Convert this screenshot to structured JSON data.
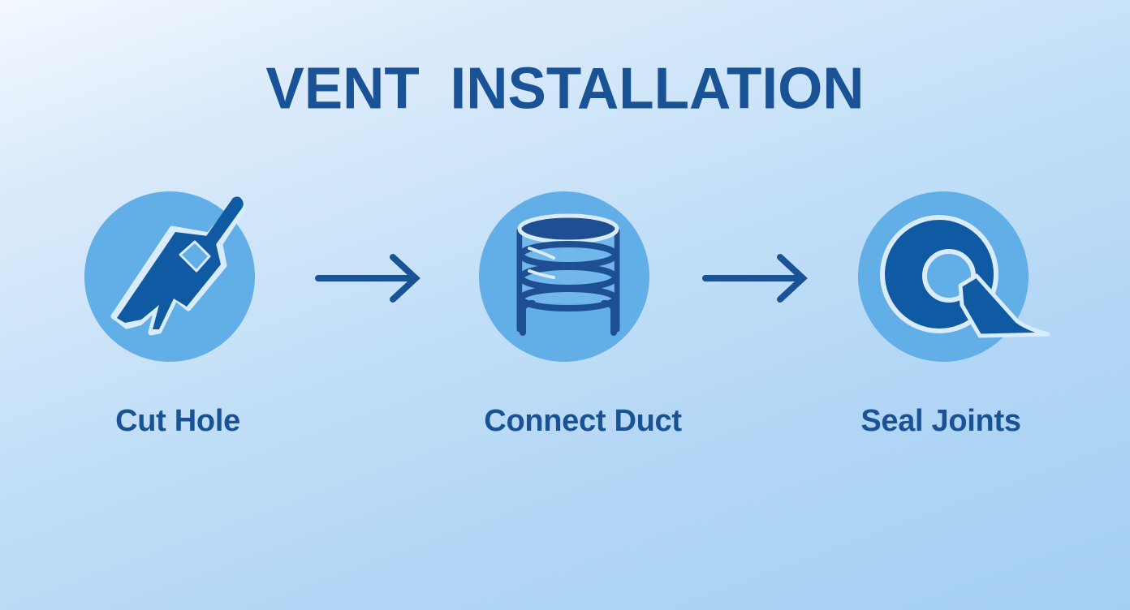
{
  "title": "VENT INSTALLATION",
  "colors": {
    "primary": "#1a5296",
    "circle": "#62aee6",
    "icon_dark": "#0f5aa3",
    "icon_outline": "#d9ecfb",
    "background_top_left": "#f3f8fe",
    "background_bottom_right": "#a5d0f4"
  },
  "steps": [
    {
      "label": "Cut Hole",
      "icon": "paintbrush-icon"
    },
    {
      "label": "Connect Duct",
      "icon": "duct-coil-icon"
    },
    {
      "label": "Seal Joints",
      "icon": "seal-q-icon"
    }
  ],
  "connectors": [
    {
      "from": "Cut Hole",
      "to": "Connect Duct",
      "icon": "arrow-right-icon"
    },
    {
      "from": "Connect Duct",
      "to": "Seal Joints",
      "icon": "arrow-right-icon"
    }
  ]
}
